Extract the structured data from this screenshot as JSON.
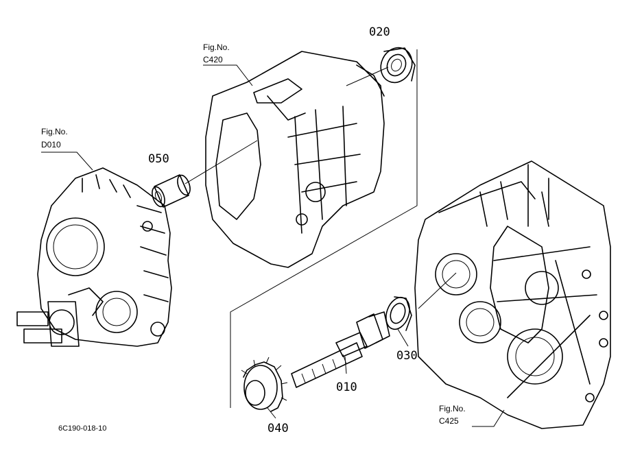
{
  "parts": {
    "p010": "010",
    "p020": "020",
    "p030": "030",
    "p040": "040",
    "p050": "050"
  },
  "figures": {
    "d010": {
      "fig": "Fig.No.",
      "num": "D010"
    },
    "c420": {
      "fig": "Fig.No.",
      "num": "C420"
    },
    "c425": {
      "fig": "Fig.No.",
      "num": "C425"
    }
  },
  "drawing_code": "6C190-018-10"
}
